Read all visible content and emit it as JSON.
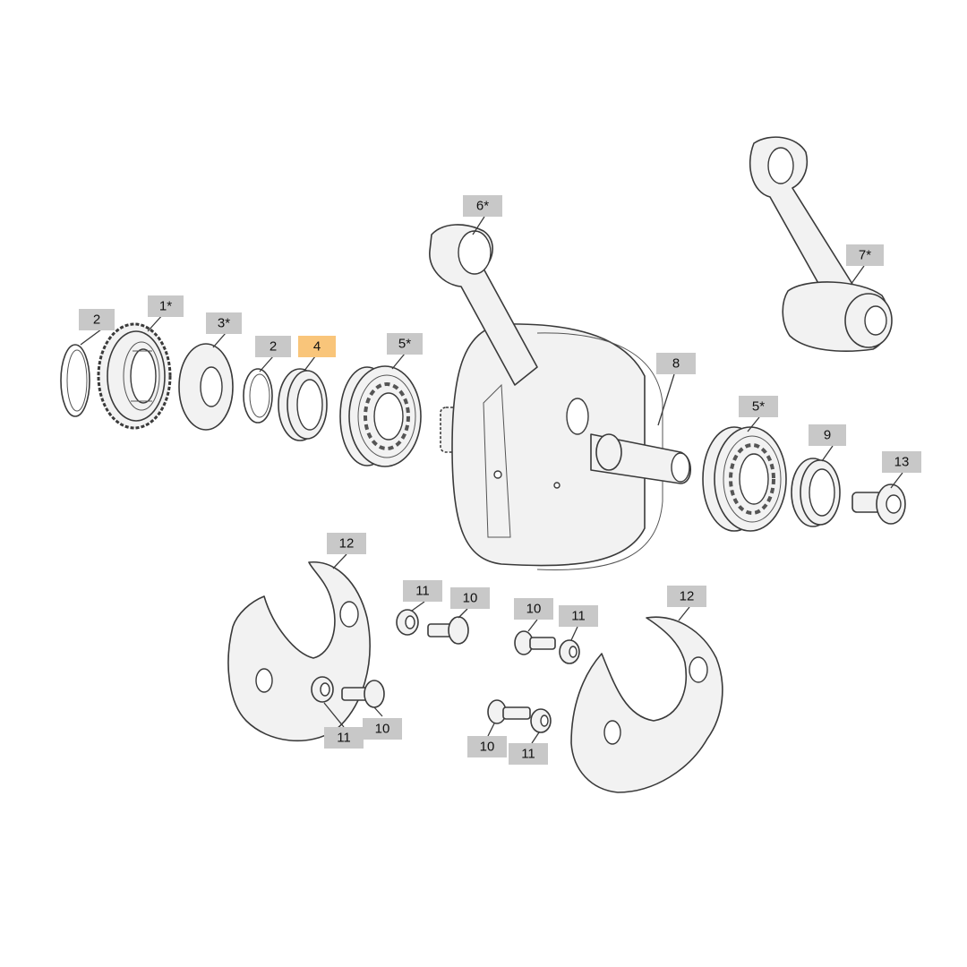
{
  "diagram": {
    "highlighted_callout": "4",
    "highlight_color": "#f9c57a",
    "callout_color": "#c8c8c8",
    "callouts": [
      {
        "id": "c-2a",
        "label": "2"
      },
      {
        "id": "c-1",
        "label": "1*"
      },
      {
        "id": "c-3",
        "label": "3*"
      },
      {
        "id": "c-2b",
        "label": "2"
      },
      {
        "id": "c-4",
        "label": "4"
      },
      {
        "id": "c-5a",
        "label": "5*"
      },
      {
        "id": "c-6",
        "label": "6*"
      },
      {
        "id": "c-7",
        "label": "7*"
      },
      {
        "id": "c-8",
        "label": "8"
      },
      {
        "id": "c-5b",
        "label": "5*"
      },
      {
        "id": "c-9",
        "label": "9"
      },
      {
        "id": "c-13",
        "label": "13"
      },
      {
        "id": "c-12a",
        "label": "12"
      },
      {
        "id": "c-11a",
        "label": "11"
      },
      {
        "id": "c-10a",
        "label": "10"
      },
      {
        "id": "c-10b",
        "label": "10"
      },
      {
        "id": "c-11b",
        "label": "11"
      },
      {
        "id": "c-12b",
        "label": "12"
      },
      {
        "id": "c-11c",
        "label": "11"
      },
      {
        "id": "c-10c",
        "label": "10"
      },
      {
        "id": "c-10d",
        "label": "10"
      },
      {
        "id": "c-11d",
        "label": "11"
      }
    ]
  }
}
